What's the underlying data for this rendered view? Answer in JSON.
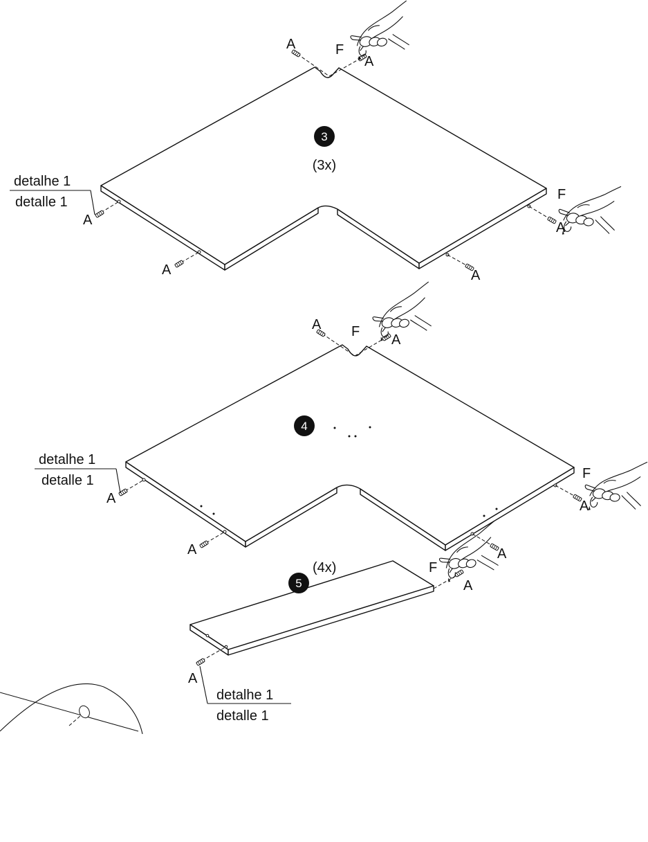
{
  "labels": {
    "fastener": "A",
    "glue": "F",
    "detail_pt": "detalhe 1",
    "detail_es": "detalle 1"
  },
  "steps": [
    {
      "number": "3",
      "quantity": "(3x)"
    },
    {
      "number": "4",
      "quantity": ""
    },
    {
      "number": "5",
      "quantity": "(4x)"
    }
  ]
}
